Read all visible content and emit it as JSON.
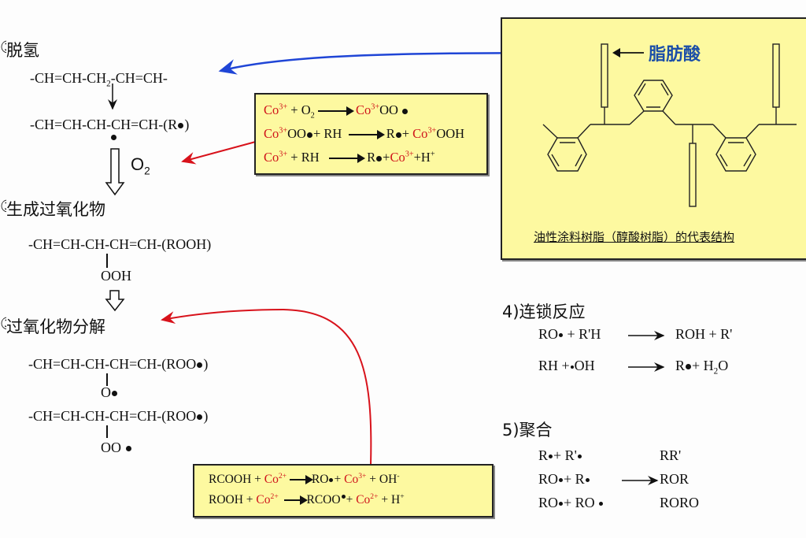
{
  "colors": {
    "box_fill": "#fdf9a0",
    "cobalt_red": "#d0161c",
    "blue_arrow": "#1f45d6",
    "red_arrow": "#d8121b",
    "fatty_acid_label": "#1c4fa8"
  },
  "steps": {
    "step1": {
      "title": "脱氢",
      "reactant": [
        "-CH=CH-CH",
        "2",
        "-CH=CH-"
      ],
      "product": "-CH=CH-CH-CH=CH-(R",
      "product_close": ")",
      "reagent": "O",
      "reagent_sub": "2"
    },
    "step2": {
      "title": "生成过氧化物",
      "main": "-CH=CH-CH-CH=CH-(ROOH)",
      "branch": "OOH"
    },
    "step3": {
      "title": "过氧化物分解",
      "line1_main": "-CH=CH-CH-CH=CH-(ROO",
      "line1_close": ")",
      "line1_branch": "O",
      "line2_main": "-CH=CH-CH-CH=CH-(ROO",
      "line2_close": ")",
      "line2_branch": "OO"
    },
    "step4": {
      "title": "4)连锁反应",
      "eq1": {
        "left_a": "RO",
        "left_b": "+ R'H",
        "right": "ROH + R'"
      },
      "eq2": {
        "left_a": "RH +",
        "left_b": "OH",
        "right_a": "R",
        "right_b": "+ H",
        "right_sub": "2",
        "right_c": "O"
      }
    },
    "step5": {
      "title": "5)聚合",
      "rows": [
        {
          "l1": "R",
          "l2": "+  R'",
          "product": "RR'"
        },
        {
          "l1": "RO",
          "l2": "+  R",
          "product": "ROR"
        },
        {
          "l1": "RO",
          "l2": "+  RO",
          "product": "RORO"
        }
      ]
    }
  },
  "cobalt_box_1": {
    "co": "Co",
    "co3": "3+",
    "eq1": {
      "plus_o2": "+ O",
      "o2_sub": "2",
      "product_tail": "OO"
    },
    "eq2": {
      "tail": "OO",
      "plus_rh": "+ RH",
      "r": "R",
      "plus": "+ ",
      "tail2": "OOH"
    },
    "eq3": {
      "plus_rh": "+ RH",
      "r": "R",
      "plus": "+",
      "h": "+H",
      "h_sup": "+"
    }
  },
  "cobalt_box_2": {
    "eq1": {
      "a": "RCOOH + ",
      "co": "Co",
      "co_sup": "2+",
      "b": "RO",
      "c": "+ ",
      "co2": "Co",
      "co2_sup": "3+",
      "d": " + OH",
      "d_sup": "-"
    },
    "eq2": {
      "a": "ROOH + ",
      "co": "Co",
      "co_sup": "2+",
      "b": "RCOO",
      "c": "+ ",
      "co2": "Co",
      "co2_sup": "2+",
      "d": " + H",
      "d_sup": "+"
    }
  },
  "resin_box": {
    "fatty_acid_label": "脂肪酸",
    "caption": "油性涂料树脂（醇酸树脂）的代表结构"
  }
}
